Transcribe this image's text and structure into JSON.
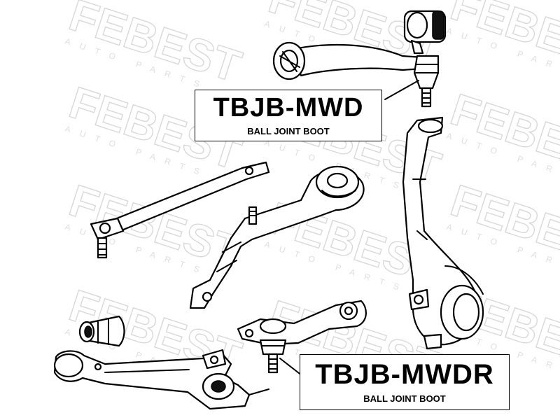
{
  "watermark": {
    "brand": "FEBEST",
    "subtitle": "AUTO PARTS",
    "color": "#b8b8b8"
  },
  "labels": [
    {
      "part_number": "TBJB-MWD",
      "description": "BALL JOINT BOOT"
    },
    {
      "part_number": "TBJB-MWDR",
      "description": "BALL JOINT BOOT"
    }
  ],
  "colors": {
    "line": "#000000",
    "background": "#ffffff"
  }
}
